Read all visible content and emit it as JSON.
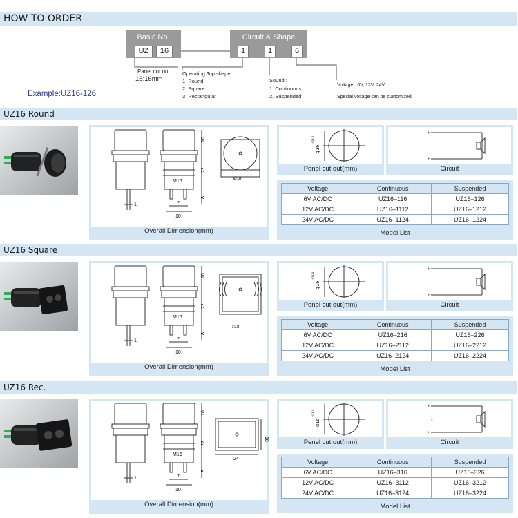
{
  "header": {
    "title": "HOW TO ORDER"
  },
  "order": {
    "basic_label": "Basic No.",
    "basic_cells": [
      "UZ",
      "16"
    ],
    "circuit_label": "Circuit  & Shape",
    "circuit_cells": [
      "1",
      "1",
      "6"
    ],
    "panel_cutout_label": "Panel cut out",
    "panel_cutout_value": "16:16mm",
    "top_shape_title": "Operating Top shape :",
    "top_shape_items": [
      "1. Round",
      "2. Square",
      "3. Rectangular"
    ],
    "sound_title": "Sound :",
    "sound_items": [
      "1. Continuous",
      "2. Suspended"
    ],
    "voltage_text": "Voltage :  6V, 12V, 24V",
    "special_text": "Special voltage can be customized",
    "example": "Example:UZ16-126"
  },
  "sections": [
    {
      "title": "UZ16   Round",
      "shape": "round",
      "dims_caption": "Overall Dimension(mm)",
      "cutout_caption": "Penel cut out(mm)",
      "circuit_caption": "Circuit",
      "model_caption": "Model List",
      "front_label": "Ø18",
      "dim_labels": {
        "top": "10",
        "body": "22",
        "thread": "M16",
        "pin": "8",
        "w7": "7",
        "w10": "10",
        "lead": "1"
      },
      "table": {
        "headers": [
          "Voltage",
          "Continuous",
          "Suspended"
        ],
        "rows": [
          [
            "6V AC/DC",
            "UZ16–116",
            "UZ16–126"
          ],
          [
            "12V AC/DC",
            "UZ16–1112",
            "UZ16–1212"
          ],
          [
            "24V AC/DC",
            "UZ16–1124",
            "UZ16–1224"
          ]
        ]
      }
    },
    {
      "title": "UZ16   Square",
      "shape": "square",
      "dims_caption": "Overall Dimension(mm)",
      "cutout_caption": "Penel cut out(mm)",
      "circuit_caption": "Circuit",
      "model_caption": "Model List",
      "front_label": "□18",
      "dim_labels": {
        "top": "10",
        "body": "22",
        "thread": "M16",
        "pin": "8",
        "w7": "7",
        "w10": "10",
        "lead": "1"
      },
      "table": {
        "headers": [
          "Voltage",
          "Continuous",
          "Suspended"
        ],
        "rows": [
          [
            "6V AC/DC",
            "UZ16–216",
            "UZ16–226"
          ],
          [
            "12V AC/DC",
            "UZ16–2112",
            "UZ16–2212"
          ],
          [
            "24V AC/DC",
            "UZ16–2124",
            "UZ16–2224"
          ]
        ]
      }
    },
    {
      "title": "UZ16   Rec.",
      "shape": "rect",
      "dims_caption": "Overall Dimension(mm)",
      "cutout_caption": "Penel cut out(mm)",
      "circuit_caption": "Circuit",
      "model_caption": "Model List",
      "front_label": "24",
      "front_label2": "18",
      "dim_labels": {
        "top": "10",
        "body": "22",
        "thread": "M16",
        "pin": "8",
        "w7": "7",
        "w10": "10",
        "lead": "1"
      },
      "table": {
        "headers": [
          "Voltage",
          "Continuous",
          "Suspended"
        ],
        "rows": [
          [
            "6V AC/DC",
            "UZ16–316",
            "UZ16–326"
          ],
          [
            "12V AC/DC",
            "UZ16–3112",
            "UZ16–3212"
          ],
          [
            "24V AC/DC",
            "UZ16–3124",
            "UZ16–3224"
          ]
        ]
      }
    }
  ],
  "cutout_dim": "φ16",
  "cutout_tol": "+0.1 0"
}
